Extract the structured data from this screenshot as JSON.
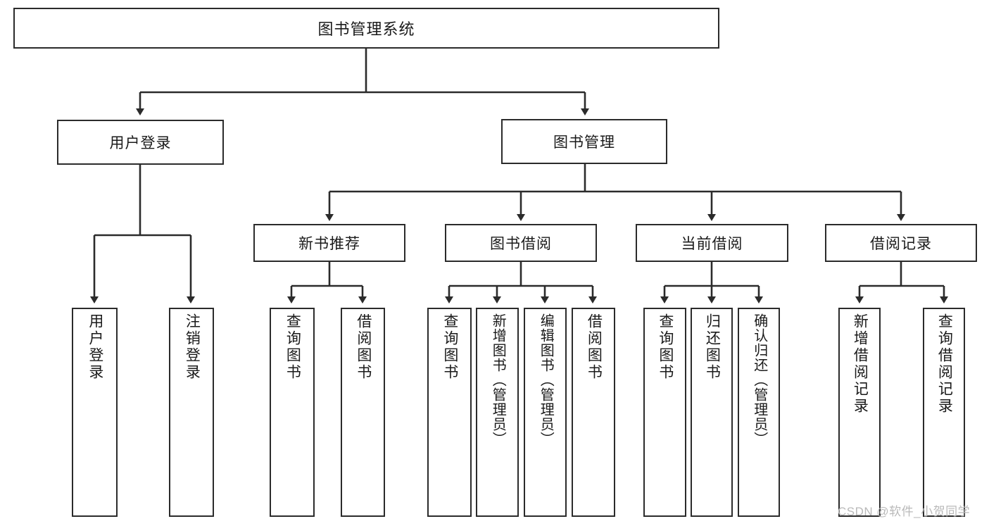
{
  "diagram": {
    "type": "tree-hierarchy-chart",
    "title": "图书管理系统",
    "stroke_color": "#2b2b2b",
    "background_color": "#ffffff",
    "nodes": {
      "root": {
        "id": "root",
        "label": "图书管理系统",
        "level": 0,
        "orientation": "horizontal"
      },
      "user_login": {
        "id": "user-login",
        "label": "用户登录",
        "level": 1,
        "orientation": "horizontal"
      },
      "book_manage": {
        "id": "book-manage",
        "label": "图书管理",
        "level": 1,
        "orientation": "horizontal"
      },
      "new_book_rec": {
        "id": "new-book-recommend",
        "label": "新书推荐",
        "level": 2,
        "orientation": "horizontal"
      },
      "book_borrow": {
        "id": "book-borrow",
        "label": "图书借阅",
        "level": 2,
        "orientation": "horizontal"
      },
      "current_borrow": {
        "id": "current-borrow",
        "label": "当前借阅",
        "level": 2,
        "orientation": "horizontal"
      },
      "borrow_record": {
        "id": "borrow-record",
        "label": "借阅记录",
        "level": 2,
        "orientation": "horizontal"
      },
      "leaf_user_login": {
        "id": "leaf-user-login",
        "label": "用户登录",
        "level": 2,
        "orientation": "vertical"
      },
      "leaf_logout": {
        "id": "leaf-logout",
        "label": "注销登录",
        "level": 2,
        "orientation": "vertical"
      },
      "leaf_query_book_1": {
        "id": "leaf-query-book-1",
        "label": "查询图书",
        "level": 3,
        "orientation": "vertical"
      },
      "leaf_borrow_book_1": {
        "id": "leaf-borrow-book-1",
        "label": "借阅图书",
        "level": 3,
        "orientation": "vertical"
      },
      "leaf_query_book_2": {
        "id": "leaf-query-book-2",
        "label": "查询图书",
        "level": 3,
        "orientation": "vertical"
      },
      "leaf_add_book": {
        "id": "leaf-add-book",
        "label": "新增图书（管理员）",
        "level": 3,
        "orientation": "vertical"
      },
      "leaf_edit_book": {
        "id": "leaf-edit-book",
        "label": "编辑图书（管理员）",
        "level": 3,
        "orientation": "vertical"
      },
      "leaf_borrow_book_2": {
        "id": "leaf-borrow-book-2",
        "label": "借阅图书",
        "level": 3,
        "orientation": "vertical"
      },
      "leaf_query_book_3": {
        "id": "leaf-query-book-3",
        "label": "查询图书",
        "level": 3,
        "orientation": "vertical"
      },
      "leaf_return_book": {
        "id": "leaf-return-book",
        "label": "归还图书",
        "level": 3,
        "orientation": "vertical"
      },
      "leaf_confirm_return": {
        "id": "leaf-confirm-return",
        "label": "确认归还（管理员）",
        "level": 3,
        "orientation": "vertical"
      },
      "leaf_add_record": {
        "id": "leaf-add-record",
        "label": "新增借阅记录",
        "level": 3,
        "orientation": "vertical"
      },
      "leaf_query_record": {
        "id": "leaf-query-record",
        "label": "查询借阅记录",
        "level": 3,
        "orientation": "vertical"
      }
    },
    "edges": [
      {
        "from": "图书管理系统",
        "to": "用户登录"
      },
      {
        "from": "图书管理系统",
        "to": "图书管理"
      },
      {
        "from": "用户登录",
        "to": "用户登录"
      },
      {
        "from": "用户登录",
        "to": "注销登录"
      },
      {
        "from": "图书管理",
        "to": "新书推荐"
      },
      {
        "from": "图书管理",
        "to": "图书借阅"
      },
      {
        "from": "图书管理",
        "to": "当前借阅"
      },
      {
        "from": "图书管理",
        "to": "借阅记录"
      },
      {
        "from": "新书推荐",
        "to": "查询图书"
      },
      {
        "from": "新书推荐",
        "to": "借阅图书"
      },
      {
        "from": "图书借阅",
        "to": "查询图书"
      },
      {
        "from": "图书借阅",
        "to": "新增图书（管理员）"
      },
      {
        "from": "图书借阅",
        "to": "编辑图书（管理员）"
      },
      {
        "from": "图书借阅",
        "to": "借阅图书"
      },
      {
        "from": "当前借阅",
        "to": "查询图书"
      },
      {
        "from": "当前借阅",
        "to": "归还图书"
      },
      {
        "from": "当前借阅",
        "to": "确认归还（管理员）"
      },
      {
        "from": "借阅记录",
        "to": "新增借阅记录"
      },
      {
        "from": "借阅记录",
        "to": "查询借阅记录"
      }
    ]
  },
  "watermark": {
    "text": "CSDN @软件_小贺同学"
  }
}
